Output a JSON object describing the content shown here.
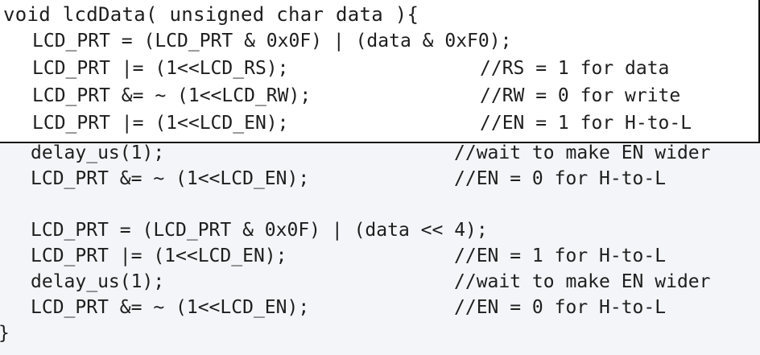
{
  "function_signature": "void lcdData( unsigned char data ){",
  "top_lines": [
    {
      "code": "LCD_PRT = (LCD_PRT & 0x0F) | (data & 0xF0);",
      "comment": ""
    },
    {
      "code": "LCD_PRT |= (1<<LCD_RS);",
      "comment": "//RS = 1 for data"
    },
    {
      "code": "LCD_PRT &= ~ (1<<LCD_RW);",
      "comment": "//RW = 0 for write"
    },
    {
      "code": "LCD_PRT |= (1<<LCD_EN);",
      "comment": "//EN = 1 for H-to-L"
    }
  ],
  "bottom_lines": [
    {
      "code": "delay_us(1);",
      "comment": "//wait to make EN wider"
    },
    {
      "code": "LCD_PRT &= ~ (1<<LCD_EN);",
      "comment": "//EN = 0 for H-to-L"
    },
    {
      "code": "",
      "comment": ""
    },
    {
      "code": "LCD_PRT = (LCD_PRT & 0x0F) | (data << 4);",
      "comment": ""
    },
    {
      "code": "LCD_PRT |= (1<<LCD_EN);",
      "comment": "//EN = 1 for H-to-L"
    },
    {
      "code": "delay_us(1);",
      "comment": "//wait to make EN wider"
    },
    {
      "code": "LCD_PRT &= ~ (1<<LCD_EN);",
      "comment": "//EN = 0 for H-to-L"
    }
  ],
  "closing_brace": "}"
}
